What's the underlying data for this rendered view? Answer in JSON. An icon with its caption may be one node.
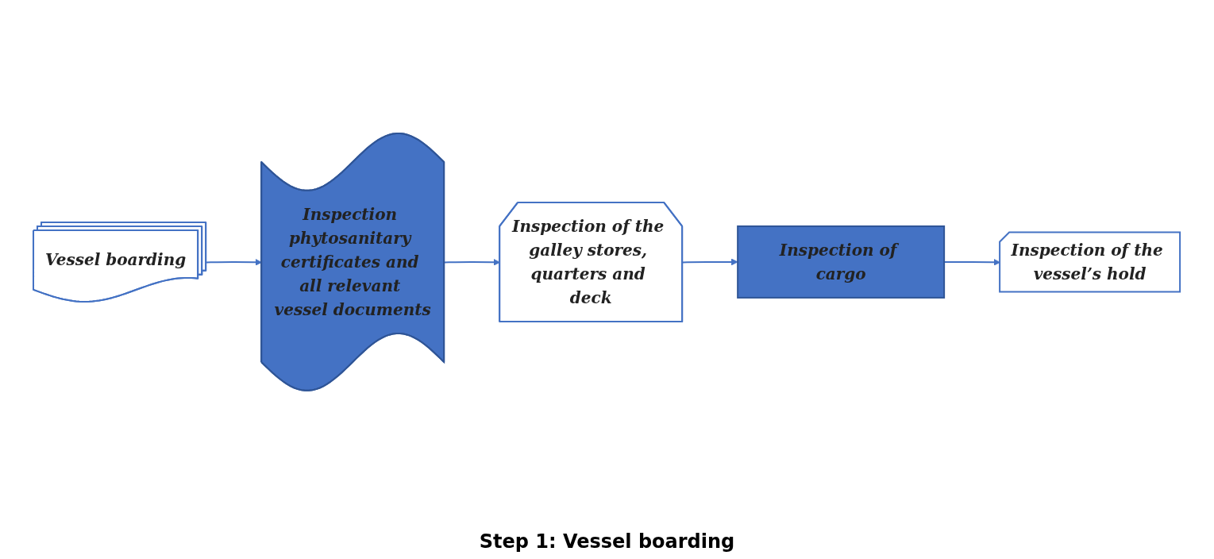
{
  "diagram": {
    "caption": "Step 1: Vessel boarding",
    "nodes": [
      {
        "text": [
          "Vessel boarding"
        ]
      },
      {
        "text": [
          "Inspection phytosanitary certificates and all relevant vessel documents"
        ]
      },
      {
        "text": [
          "Inspection of the galley stores, quarters and deck"
        ]
      },
      {
        "text": [
          "Inspection of cargo"
        ]
      },
      {
        "text": [
          "Inspection of the vessel’s hold"
        ]
      }
    ],
    "edges": [
      {
        "from": 0,
        "to": 1,
        "arrow": "to"
      },
      {
        "from": 1,
        "to": 2,
        "arrow": "to"
      },
      {
        "from": 2,
        "to": 3,
        "arrow": "to"
      },
      {
        "from": 3,
        "to": 4,
        "arrow": "to"
      }
    ]
  }
}
